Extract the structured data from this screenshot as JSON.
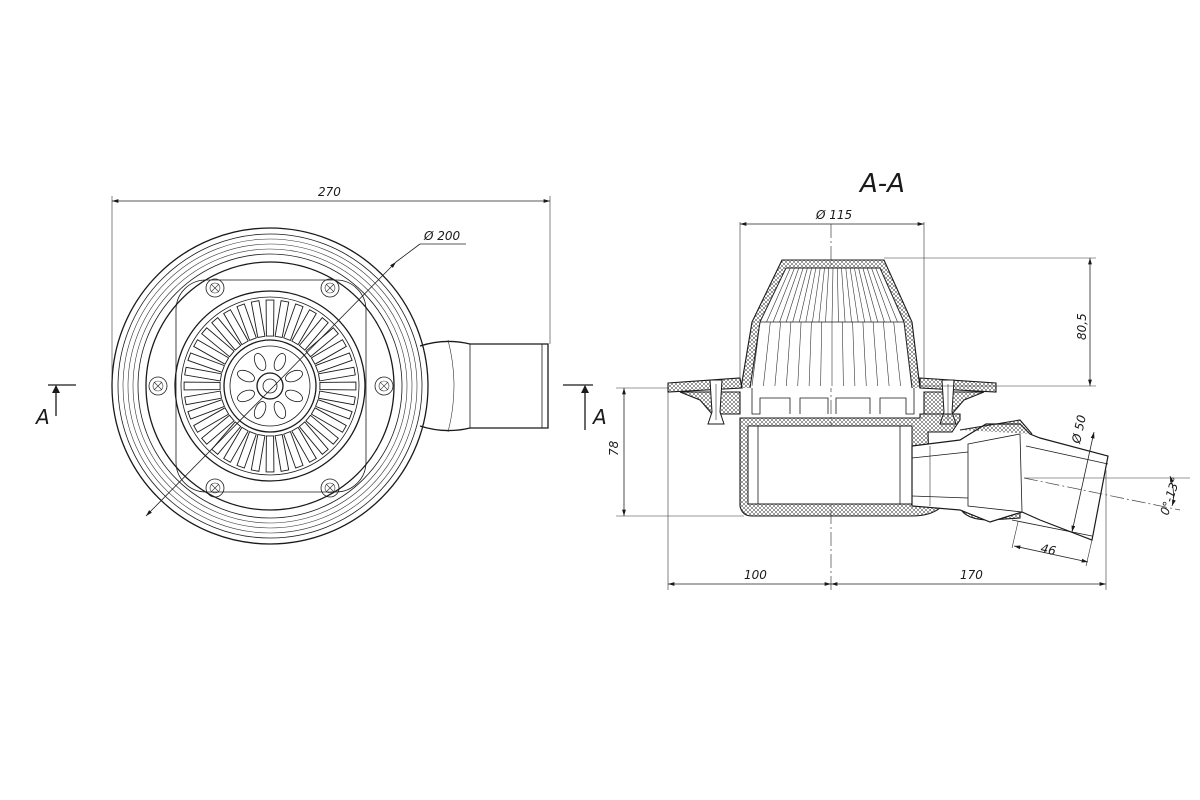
{
  "section_title": "A-A",
  "section_marks": {
    "left": "A",
    "right": "A"
  },
  "dimensions": {
    "overall_width": "270",
    "grate_diameter": "Ø 200",
    "top_diameter": "Ø 115",
    "dome_height": "80,5",
    "body_height": "78",
    "outlet_diameter": "Ø 50",
    "outlet_length": "46",
    "slope": "0°-13°",
    "left_offset": "100",
    "right_offset": "170"
  }
}
